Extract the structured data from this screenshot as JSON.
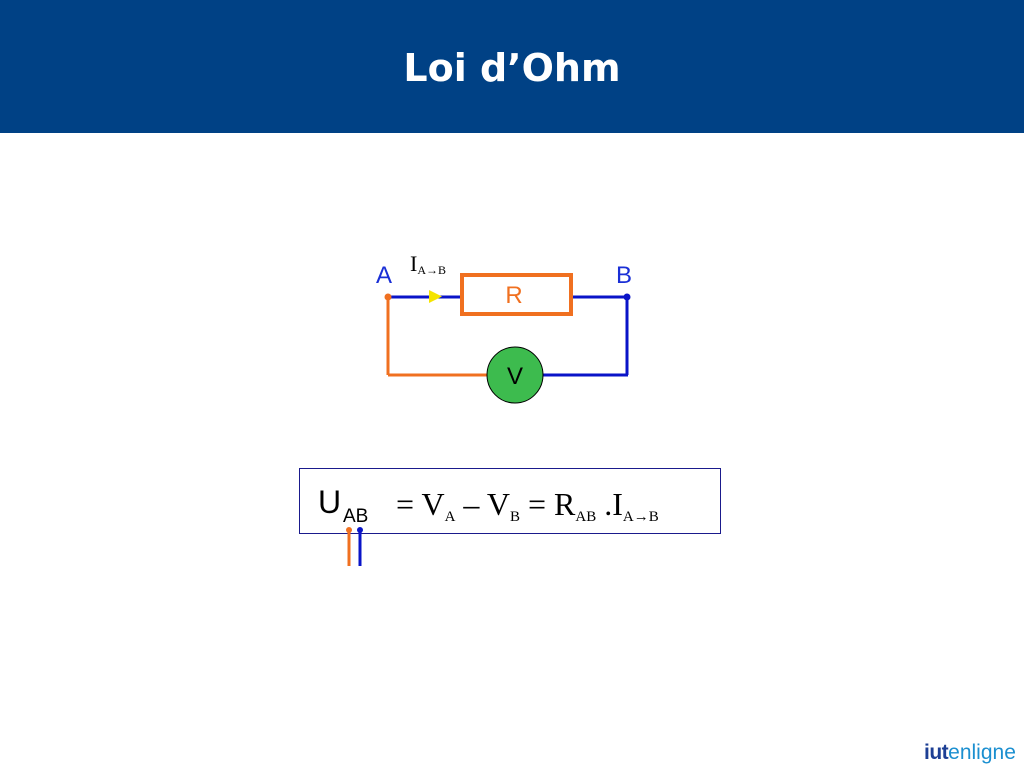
{
  "slide": {
    "title": "Loi d’Ohm"
  },
  "circuit": {
    "node_a": "A",
    "node_b": "B",
    "current_symbol": "I",
    "current_subscript": "A→B",
    "resistor_label": "R",
    "meter_label": "V"
  },
  "formula": {
    "lhs_symbol": "U",
    "lhs_subscript": "AB",
    "eq1": "= V",
    "va_sub": "A",
    "minus": " – V",
    "vb_sub": "B",
    "eq2": " = R",
    "rab_sub": "AB",
    "dot_i": " .I",
    "iab_sub": "A→B"
  },
  "logo": {
    "part1": "iut",
    "part2": "enligne"
  },
  "colors": {
    "header_bg": "#004185",
    "wire_blue": "#0a14c8",
    "wire_orange": "#f07020",
    "node_label": "#1a2fd6",
    "meter_fill": "#3dbb4e",
    "current_arrow": "#f5e400",
    "box_border": "#1a1a8c"
  }
}
